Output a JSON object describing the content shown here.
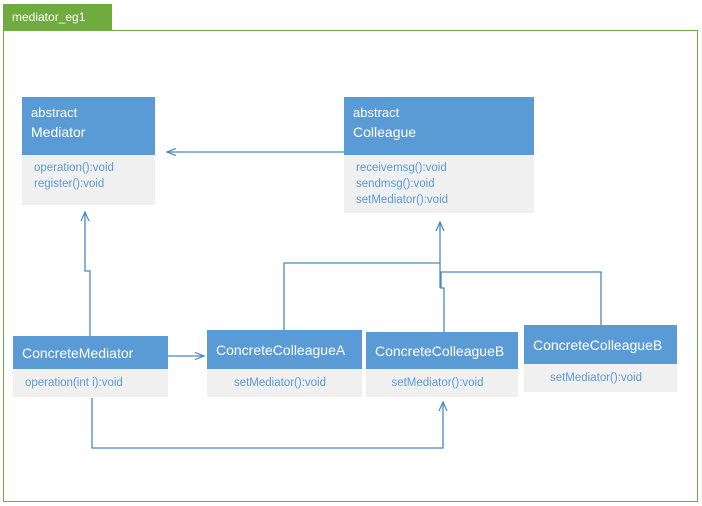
{
  "window": {
    "tab_label": "mediator_eg1",
    "tab_color": "#6FAB3F",
    "frame_border_color": "#6FAB3F",
    "canvas_background": "#FFFFFF"
  },
  "theme": {
    "class_header_fill": "#5B9BD5",
    "class_header_text": "#FFFFFF",
    "class_member_fill": "#F0F0F0",
    "class_member_text": "#5B9BD5",
    "connector_color": "#4A87C0"
  },
  "diagram": {
    "title": "mediator_eg1",
    "type": "uml-class-diagram",
    "classes": [
      {
        "id": "mediator",
        "stereotype": "abstract",
        "name": "Mediator",
        "members": [
          "operation():void",
          "register():void"
        ]
      },
      {
        "id": "colleague",
        "stereotype": "abstract",
        "name": "Colleague",
        "members": [
          "receivemsg():void",
          "sendmsg():void",
          "setMediator():void"
        ]
      },
      {
        "id": "concrete-mediator",
        "stereotype": "",
        "name": "ConcreteMediator",
        "members": [
          "operation(int i):void"
        ]
      },
      {
        "id": "colleague-a",
        "stereotype": "",
        "name": "ConcreteColleagueA",
        "members": [
          "setMediator():void"
        ]
      },
      {
        "id": "colleague-b1",
        "stereotype": "",
        "name": "ConcreteColleagueB",
        "members": [
          "setMediator():void"
        ]
      },
      {
        "id": "colleague-b2",
        "stereotype": "",
        "name": "ConcreteColleagueB",
        "members": [
          "setMediator():void"
        ]
      }
    ],
    "connectors": [
      {
        "id": "colleague-to-mediator",
        "from": "colleague",
        "to": "mediator",
        "kind": "association"
      },
      {
        "id": "concrete-mediator-to-mediator",
        "from": "concrete-mediator",
        "to": "mediator",
        "kind": "generalization"
      },
      {
        "id": "colleague-a-to-colleague",
        "from": "colleague-a",
        "to": "colleague",
        "kind": "generalization"
      },
      {
        "id": "colleague-b1-to-colleague",
        "from": "colleague-b1",
        "to": "colleague",
        "kind": "generalization"
      },
      {
        "id": "colleague-b2-to-colleague",
        "from": "colleague-b2",
        "to": "colleague",
        "kind": "generalization"
      },
      {
        "id": "concrete-mediator-to-colleague-a",
        "from": "concrete-mediator",
        "to": "colleague-a",
        "kind": "association"
      },
      {
        "id": "concrete-mediator-to-colleague-b1",
        "from": "concrete-mediator",
        "to": "colleague-b1",
        "kind": "generalization"
      }
    ]
  }
}
